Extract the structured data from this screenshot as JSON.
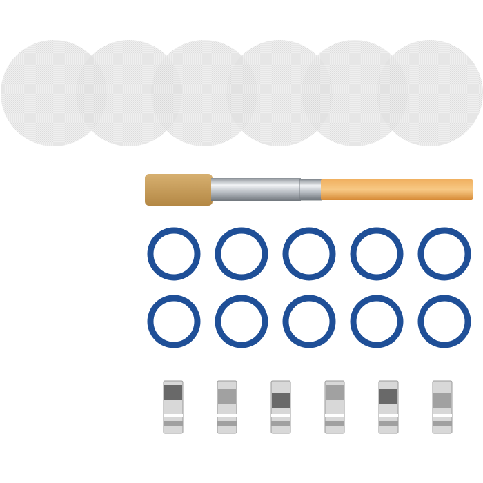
{
  "product": {
    "mesh_screen_count": 6,
    "brush_count": 1,
    "o_ring_count": 10,
    "clip_count": 6
  },
  "colors": {
    "background": "#ffffff",
    "mesh": "#e6e6e6",
    "mesh_overlap": "#d9d9d9",
    "o_ring": "#1f4f97",
    "o_ring_dark": "#173d78",
    "bristles": "#c8a060",
    "ferrule": "#c9cdd2",
    "handle": "#e8a24e",
    "clip_metal": "#d8d8d8",
    "clip_dark": "#3a3a3a"
  }
}
